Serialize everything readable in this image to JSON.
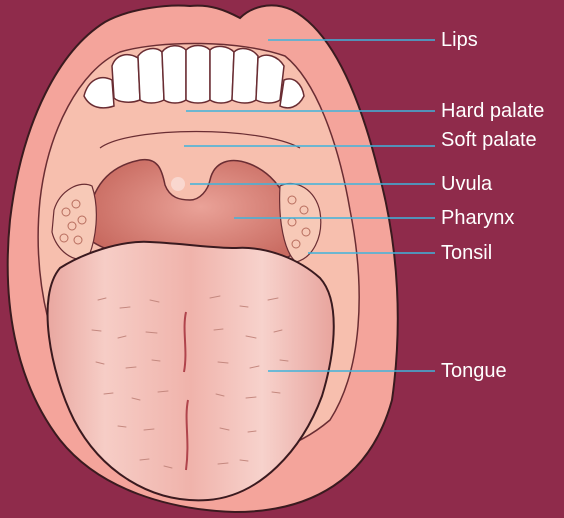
{
  "labels": {
    "lips": "Lips",
    "hard_palate": "Hard palate",
    "soft_palate": "Soft palate",
    "uvula": "Uvula",
    "pharynx": "Pharynx",
    "tonsil": "Tonsil",
    "tongue": "Tongue"
  },
  "colors": {
    "background": "#8f2b4b",
    "lips": "#f4a49b",
    "oral_cavity": "#f7bfae",
    "pharynx": "#d4796d",
    "teeth": "#ffffff",
    "tongue": "#f0b4ad",
    "leader_lines": "#3fb3dc",
    "label_text": "#ffffff"
  }
}
